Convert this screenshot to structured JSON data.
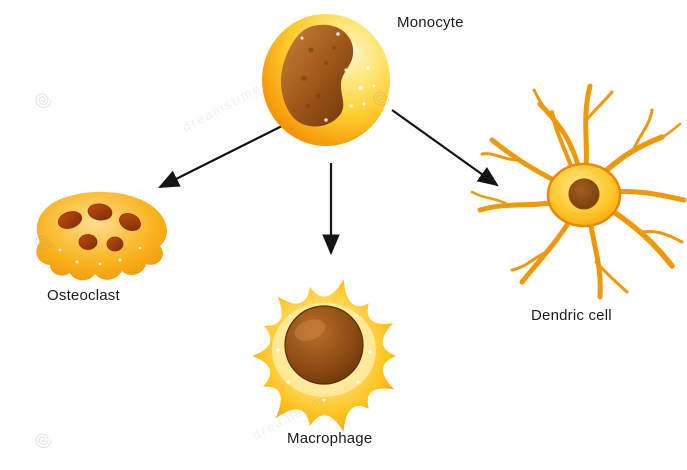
{
  "labels": {
    "monocyte": "Monocyte",
    "osteoclast": "Osteoclast",
    "macrophage": "Macrophage",
    "dendritic": "Dendric cell"
  },
  "relations": [
    {
      "from": "Monocyte",
      "to": "Osteoclast"
    },
    {
      "from": "Monocyte",
      "to": "Macrophage"
    },
    {
      "from": "Monocyte",
      "to": "Dendric cell"
    }
  ],
  "watermark": {
    "text": "dreamstime",
    "symbol": "spiral"
  },
  "colors": {
    "background": "#FFFFFF",
    "cell_yellow": "#FFC928",
    "cell_orange": "#F29111",
    "cell_deep_orange": "#E07E00",
    "nucleus_brown": "#7E3F0C",
    "osteoclast_nuclei_red": "#A63E0B",
    "arrow": "#141414",
    "label_text": "#1C1C1C"
  }
}
